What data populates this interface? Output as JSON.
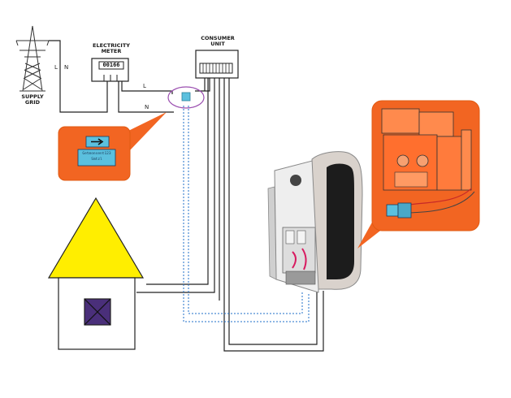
{
  "labels": {
    "supply_grid": "SUPPLY\nGRID",
    "electricity_meter": "ELECTRICITY\nMETER",
    "consumer_unit": "CONSUMER\nUNIT",
    "meter_reading": "00166",
    "line_L_grid": "L",
    "line_N_grid": "N",
    "line_L_main": "L",
    "line_N_main": "N"
  },
  "sensor_callout": {
    "line1": "Getmonsent123",
    "line2": "Smtzl"
  },
  "colors": {
    "callout_orange": "#f26522",
    "callout_border": "#e05a12",
    "house_roof": "#ffee00",
    "window_fill": "#4a2f7a",
    "sensor_teal": "#5bc0de",
    "dashed_blue": "#1f6fc9",
    "ellipse_purple": "#9b4fb0",
    "wire": "#222222"
  }
}
